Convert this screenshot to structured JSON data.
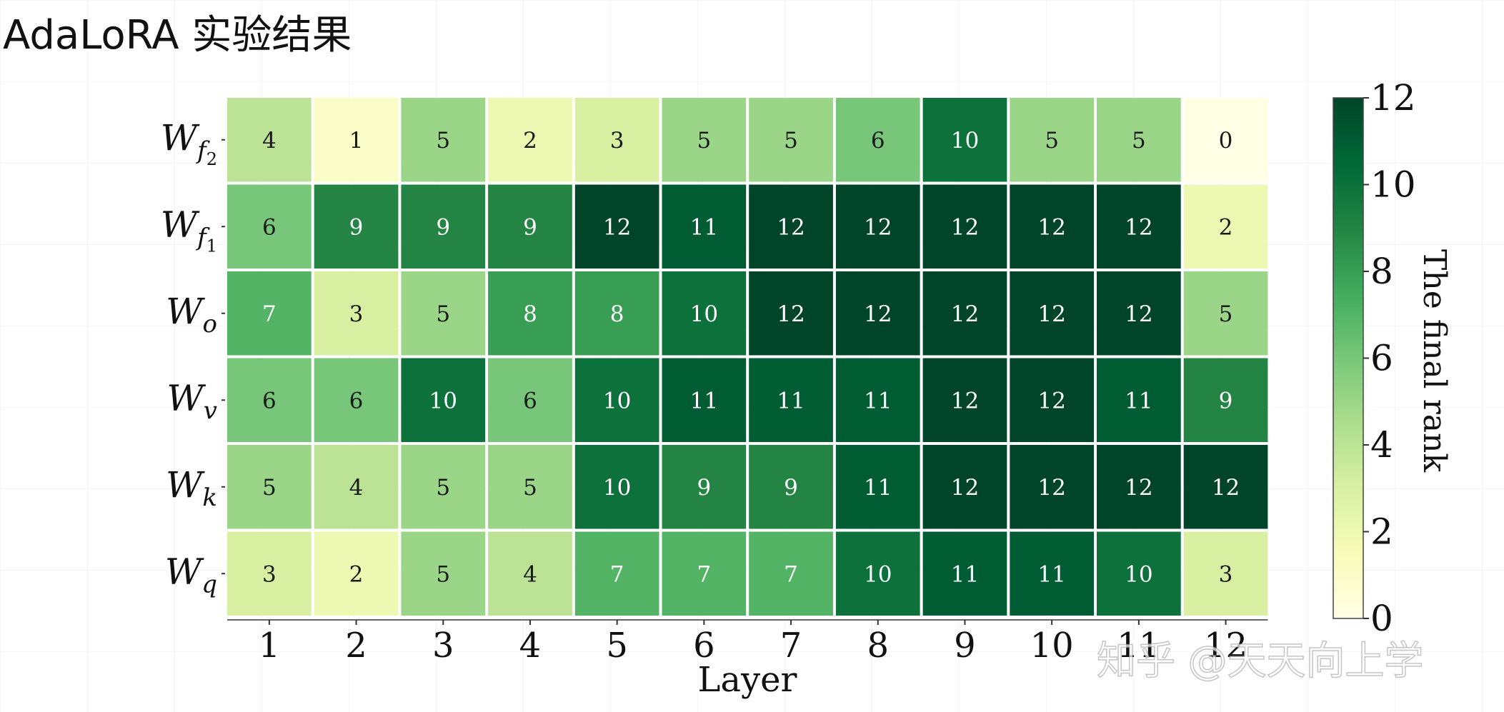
{
  "title": "AdaLoRA 实验结果",
  "watermark": "知乎 @天天向上学",
  "chart_data": {
    "type": "heatmap",
    "xlabel": "Layer",
    "colorbar_label": "The final rank",
    "x_categories": [
      "1",
      "2",
      "3",
      "4",
      "5",
      "6",
      "7",
      "8",
      "9",
      "10",
      "11",
      "12"
    ],
    "y_categories": [
      {
        "base": "W",
        "sub": "f",
        "subsub": "2"
      },
      {
        "base": "W",
        "sub": "f",
        "subsub": "1"
      },
      {
        "base": "W",
        "sub": "o"
      },
      {
        "base": "W",
        "sub": "v"
      },
      {
        "base": "W",
        "sub": "k"
      },
      {
        "base": "W",
        "sub": "q"
      }
    ],
    "values": [
      [
        4,
        1,
        5,
        2,
        3,
        5,
        5,
        6,
        10,
        5,
        5,
        0
      ],
      [
        6,
        9,
        9,
        9,
        12,
        11,
        12,
        12,
        12,
        12,
        12,
        2
      ],
      [
        7,
        3,
        5,
        8,
        8,
        10,
        12,
        12,
        12,
        12,
        12,
        5
      ],
      [
        6,
        6,
        10,
        6,
        10,
        11,
        11,
        11,
        12,
        12,
        11,
        9
      ],
      [
        5,
        4,
        5,
        5,
        10,
        9,
        9,
        11,
        12,
        12,
        12,
        12
      ],
      [
        3,
        2,
        5,
        4,
        7,
        7,
        7,
        10,
        11,
        11,
        10,
        3
      ]
    ],
    "vmin": 0,
    "vmax": 12,
    "colorbar_ticks": [
      "0",
      "2",
      "4",
      "6",
      "8",
      "10",
      "12"
    ],
    "colormap": "Greens",
    "colors": [
      "#ffffe5",
      "#f7fcb9",
      "#d9f0a3",
      "#addd8e",
      "#78c679",
      "#41ab5d",
      "#238443",
      "#006837",
      "#004529"
    ]
  }
}
